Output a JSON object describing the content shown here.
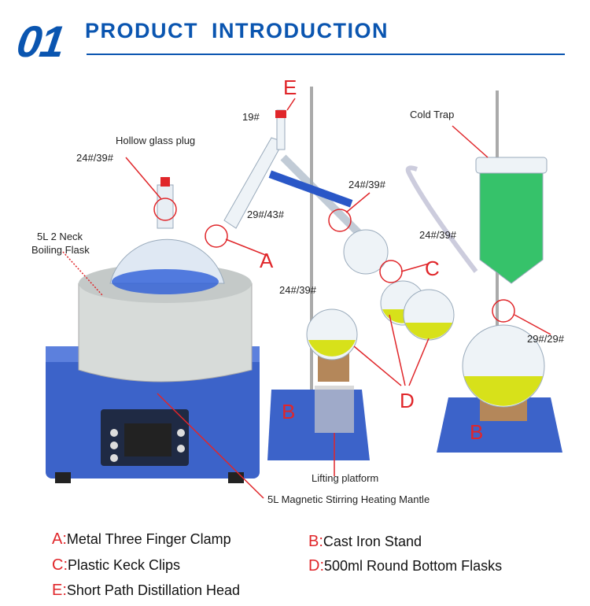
{
  "header": {
    "number": "01",
    "title": "PRODUCT  INTRODUCTION"
  },
  "labels": {
    "e_marker": "E",
    "joint_19": "19#",
    "hollow_plug": "Hollow glass plug",
    "plug_joint": "24#/39#",
    "cold_trap": "Cold Trap",
    "head_joint": "24#/39#",
    "joint_29_43": "29#/43#",
    "boiling_flask_line1": "5L 2 Neck",
    "boiling_flask_line2": "Boiling Flask",
    "a_marker": "A",
    "c_joint": "24#/39#",
    "c_marker": "C",
    "flask_joint": "24#/39#",
    "trap_joint": "29#/29#",
    "d_marker": "D",
    "b_marker_1": "B",
    "b_marker_2": "B",
    "lifting_platform": "Lifting platform",
    "mantle": "5L Magnetic Stirring Heating Mantle"
  },
  "legend": [
    {
      "key": "A:",
      "text": "Metal Three Finger Clamp"
    },
    {
      "key": "B:",
      "text": "Cast Iron Stand"
    },
    {
      "key": "C:",
      "text": "Plastic Keck Clips"
    },
    {
      "key": "D:",
      "text": "500ml Round Bottom Flasks"
    },
    {
      "key": "E:",
      "text": "Short Path Distillation Head"
    }
  ],
  "colors": {
    "brand": "#0a55b0",
    "marker": "#e0262a"
  }
}
